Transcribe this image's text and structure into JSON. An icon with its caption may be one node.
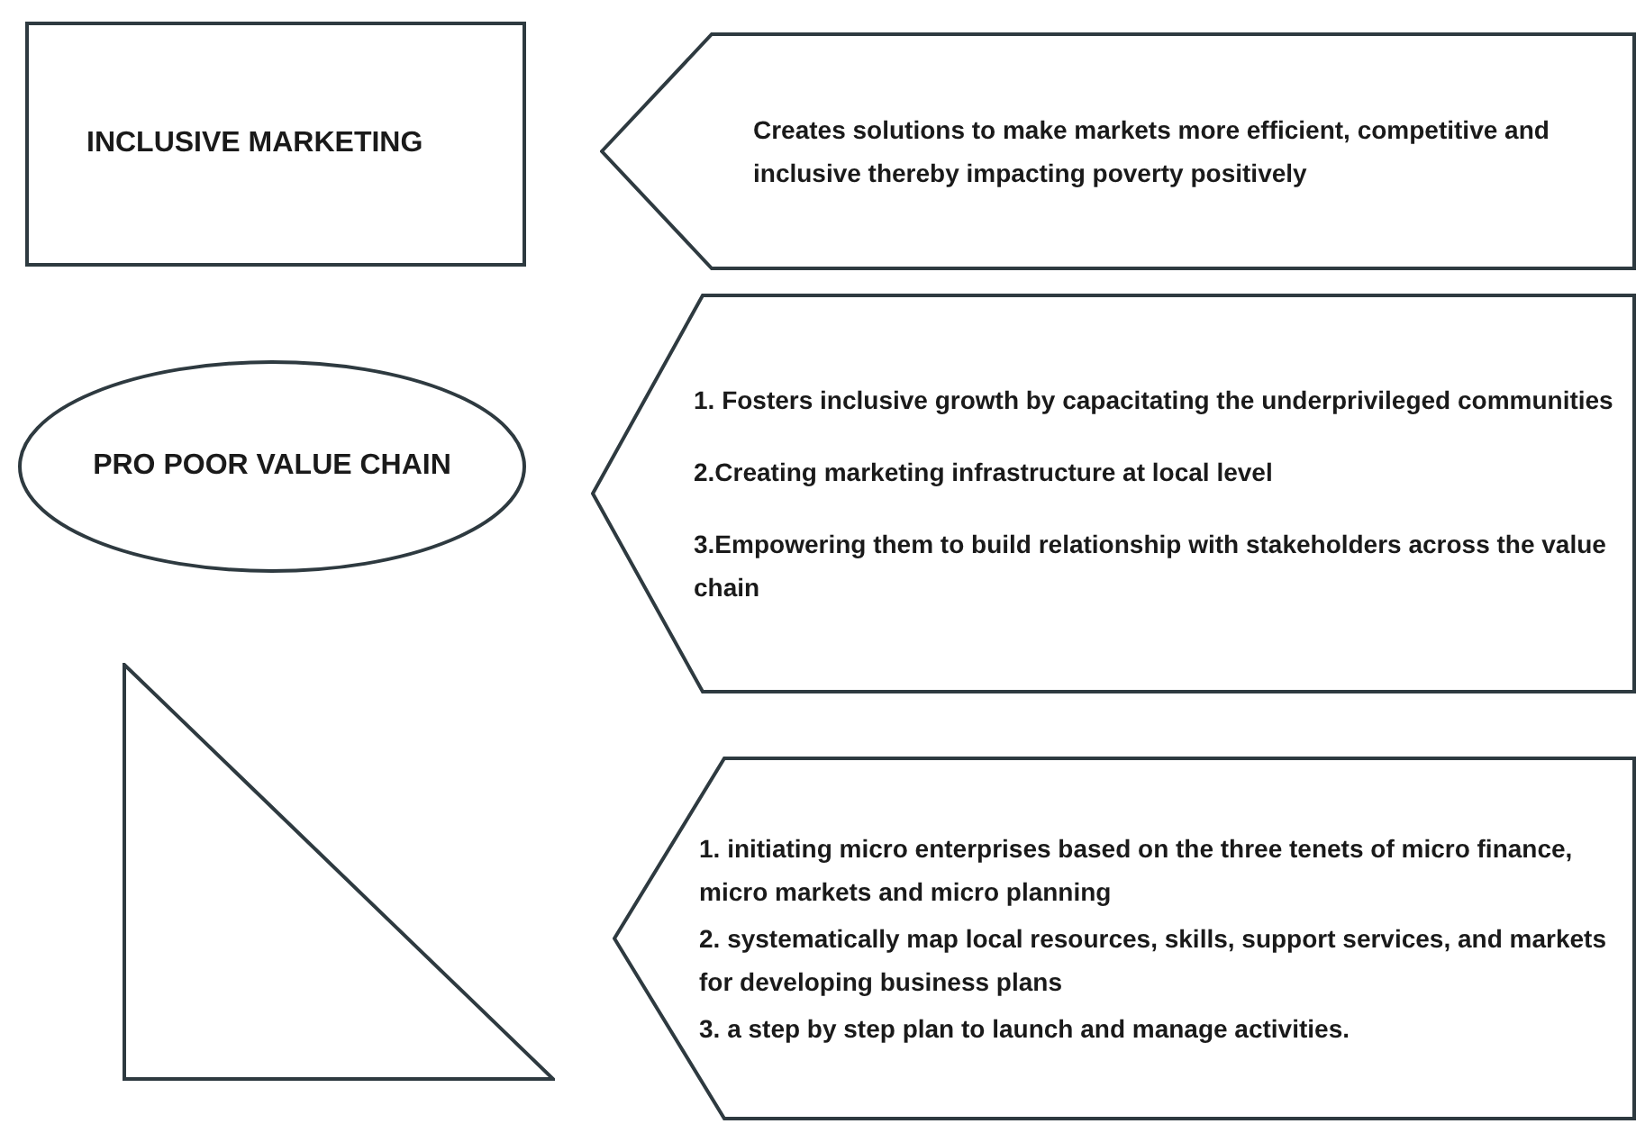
{
  "diagram": {
    "nodes": [
      {
        "text": [
          "INCLUSIVE MARKETING"
        ]
      },
      {
        "text": [
          "Creates solutions to make markets more efficient, competitive and inclusive thereby impacting poverty positively"
        ]
      },
      {
        "text": [
          "PRO POOR VALUE CHAIN"
        ]
      },
      {
        "text": [
          "1. Fosters inclusive growth by capacitating the underprivileged communities",
          "2.Creating marketing infrastructure at local level",
          "3.Empowering them to build relationship with stakeholders across the value chain"
        ]
      },
      {
        "text": [],
        "shape": "triangle"
      },
      {
        "text": [
          "1. initiating micro enterprises based on the three tenets of micro finance, micro markets and micro planning",
          "2. systematically map local resources, skills, support services, and markets for developing business plans",
          "3. a step by step plan to launch and manage activities."
        ]
      }
    ]
  }
}
